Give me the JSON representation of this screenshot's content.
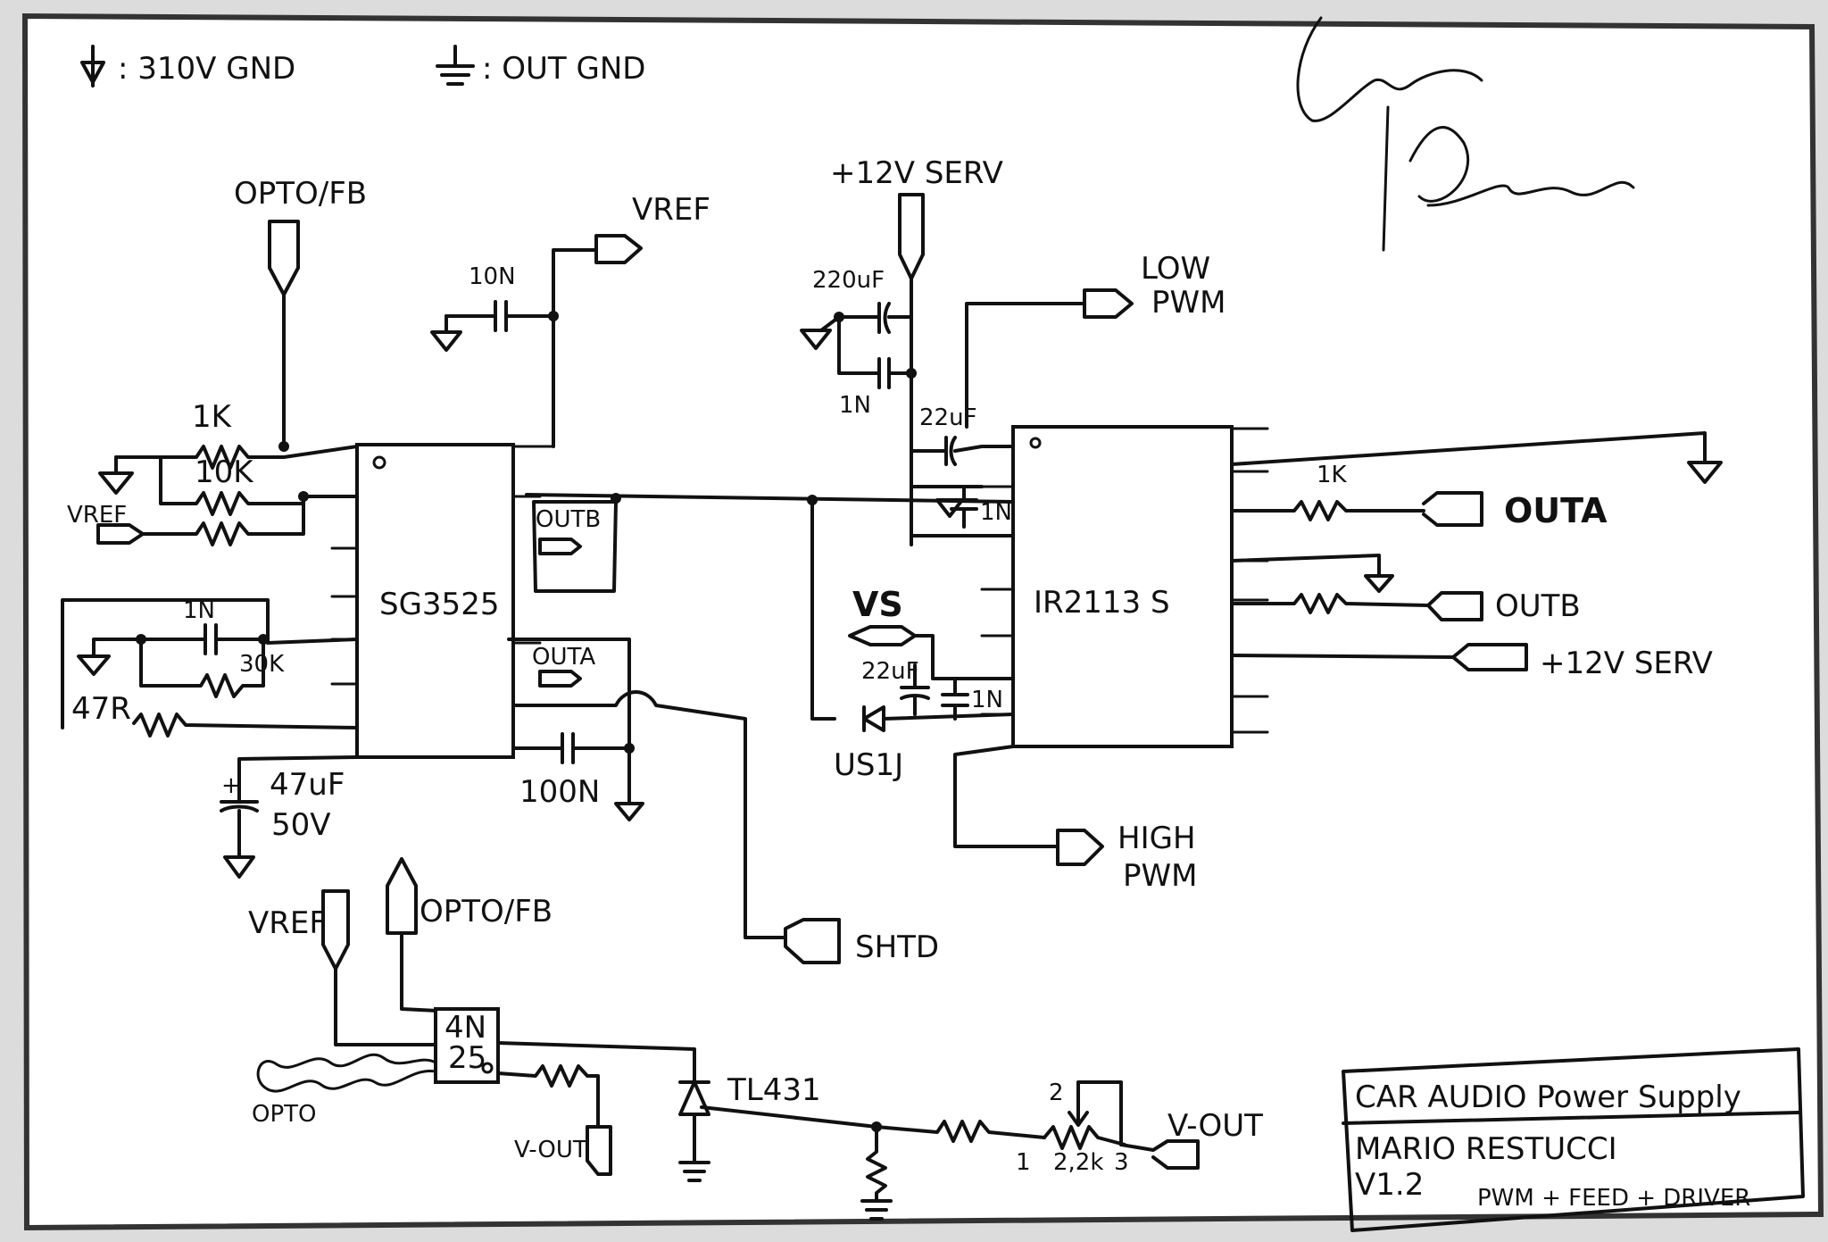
{
  "legend": {
    "gnd310": ": 310V GND",
    "out_gnd": ": OUT GND"
  },
  "signature": "Mario Restucci",
  "ics": {
    "pwm_controller": "SG3525",
    "driver": "IR2113 S",
    "optocoupler_line1": "4N",
    "optocoupler_line2": "25",
    "shunt_ref": "TL431"
  },
  "labels": {
    "opto_fb_top": "OPTO/FB",
    "opto_fb_bottom": "OPTO/FB",
    "vref_top": "VREF",
    "vref_left": "VREF",
    "vref_bottom": "VREF",
    "plus12_top": "+12V SERV",
    "plus12_right": "+12V SERV",
    "low_pwm_1": "LOW",
    "low_pwm_2": "PWM",
    "high_pwm_1": "HIGH",
    "high_pwm_2": "PWM",
    "outa_right": "OUTA",
    "outb_right": "OUTB",
    "outa_internal": "OUTA",
    "outb_internal": "OUTB",
    "vs": "VS",
    "shtd": "SHTD",
    "vout_left": "V-OUT",
    "vout_right": "V-OUT",
    "opto_text": "OPTO"
  },
  "components": {
    "r_1k_top": "1K",
    "r_10k": "10K",
    "r_30k": "30K",
    "r_47r": "47R",
    "c_1n_timing": "1N",
    "c_10n": "10N",
    "c_47uf_1": "47uF",
    "c_47uf_2": "50V",
    "c_100n": "100N",
    "c_220uf": "220uF",
    "c_1n_supply": "1N",
    "c_22uf_vcc": "22uF",
    "c_1n_vcc": "1N",
    "c_22uf_boot": "22uF",
    "c_1n_boot": "1N",
    "d_us1j": "US1J",
    "r_1k_right": "1K",
    "pot_value": "2,2k",
    "pot_pin1": "1",
    "pot_pin2": "2",
    "pot_pin3": "3"
  },
  "title_block": {
    "line1": "CAR AUDIO Power Supply",
    "line2": "MARIO RESTUCCI",
    "version": "V1.2",
    "subtitle": "PWM + FEED + DRIVER"
  }
}
